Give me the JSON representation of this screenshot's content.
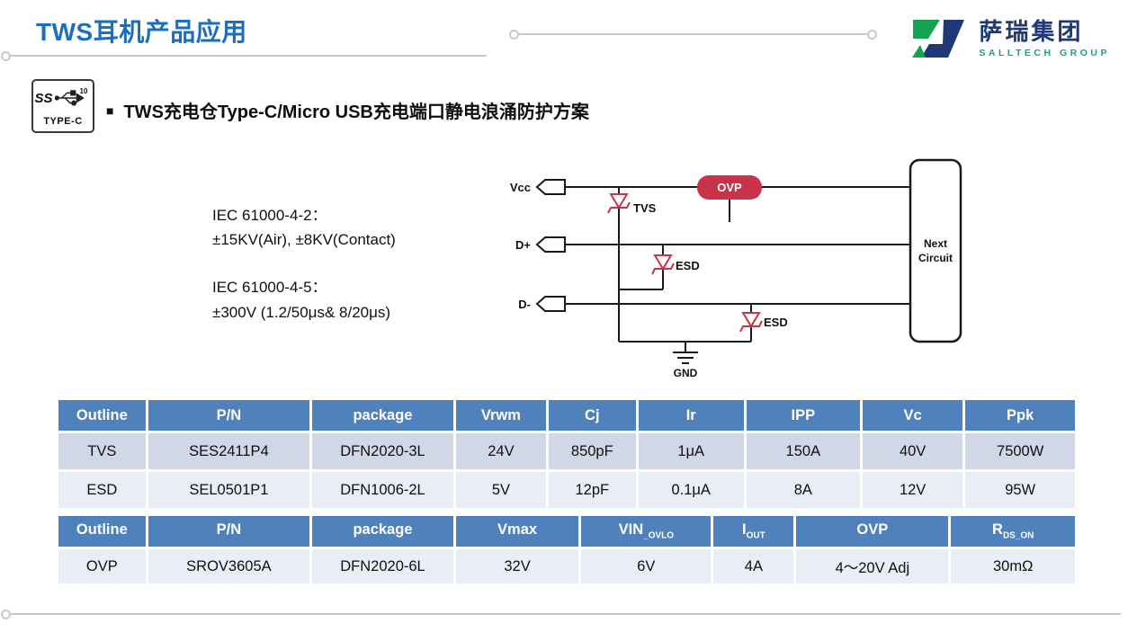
{
  "header": {
    "title": "TWS耳机产品应用",
    "logo_company": "萨瑞集团",
    "logo_subtitle": "SALLTECH GROUP"
  },
  "badge": {
    "ss": "SS",
    "ss_sup": "10",
    "type": "TYPE-C"
  },
  "section": {
    "bullet": "■",
    "heading": "TWS充电仓Type-C/Micro USB充电端口静电浪涌防护方案"
  },
  "standards": {
    "iec1_title": "IEC 61000-4-2：",
    "iec1_value": "±15KV(Air), ±8KV(Contact)",
    "iec2_title": "IEC 61000-4-5：",
    "iec2_value": "±300V  (1.2/50μs& 8/20μs)"
  },
  "diagram": {
    "vcc": "Vcc",
    "dp": "D+",
    "dm": "D-",
    "tvs": "TVS",
    "esd_dp": "ESD",
    "esd_dm": "ESD",
    "ovp": "OVP",
    "gnd": "GND",
    "next1": "Next",
    "next2": "Circuit"
  },
  "table1": {
    "headers": [
      "Outline",
      "P/N",
      "package",
      "Vrwm",
      "Cj",
      "Ir",
      "IPP",
      "Vc",
      "Ppk"
    ],
    "rows": [
      [
        "TVS",
        "SES2411P4",
        "DFN2020-3L",
        "24V",
        "850pF",
        "1μA",
        "150A",
        "40V",
        "7500W"
      ],
      [
        "ESD",
        "SEL0501P1",
        "DFN1006-2L",
        "5V",
        "12pF",
        "0.1μA",
        "8A",
        "12V",
        "95W"
      ]
    ]
  },
  "table2": {
    "headers": [
      {
        "base": "Outline",
        "sub": ""
      },
      {
        "base": "P/N",
        "sub": ""
      },
      {
        "base": "package",
        "sub": ""
      },
      {
        "base": "Vmax",
        "sub": ""
      },
      {
        "base": "VIN",
        "sub": "_OVLO"
      },
      {
        "base": "I",
        "sub": "OUT"
      },
      {
        "base": "OVP",
        "sub": ""
      },
      {
        "base": "R",
        "sub": "DS_ON"
      }
    ],
    "rows": [
      [
        "OVP",
        "SROV3605A",
        "DFN2020-6L",
        "32V",
        "6V",
        "4A",
        "4～20V Adj",
        "30mΩ"
      ]
    ]
  },
  "colors": {
    "title_blue": "#1A6FBE",
    "table_header_blue": "#4F81BD",
    "row_dark": "#D0D8E8",
    "row_light": "#E9EDF5",
    "diagram_red": "#C9334A",
    "logo_navy": "#1F3876",
    "logo_teal": "#1E9C8C"
  }
}
